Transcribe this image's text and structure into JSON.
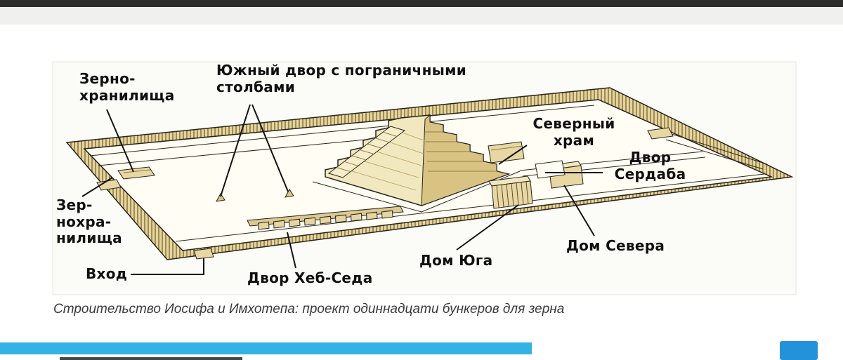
{
  "header": {
    "bg_color": "#2d2d2d"
  },
  "diagram": {
    "labels": {
      "granaries_top": "Зерно-\nхранилища",
      "south_court": "Южный двор с пограничными\nстолбами",
      "north_temple": "Северный\nхрам",
      "serdab_court": "Двор\nСердаба",
      "granaries_left": "Зер-\nнохра-\nнилища",
      "entrance": "Вход",
      "heb_sed_court": "Двор Хеб-Седа",
      "house_of_south": "Дом Юга",
      "house_of_north": "Дом Севера"
    },
    "caption": "Строительство Иосифа и Имхотепа: проект одиннадцати бункеров для зерна",
    "colors": {
      "wall_tan": "#e5d49e",
      "pyramid_light": "#f2e8c0",
      "pyramid_shade": "#d8c383",
      "outline": "#26221c"
    }
  },
  "footer": {
    "bar_color": "#33b3e5",
    "button_color": "#2492db"
  }
}
